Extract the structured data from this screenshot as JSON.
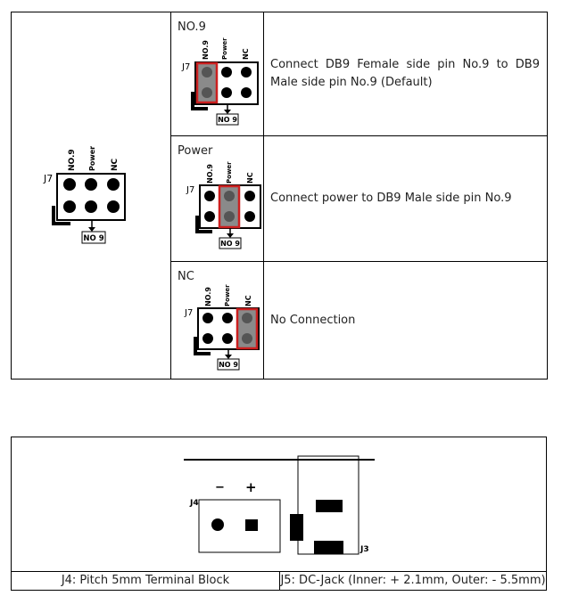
{
  "jumper": {
    "header_label": "J7",
    "pin_labels": [
      "NO.9",
      "Power",
      "NC"
    ],
    "tag_label": "NO 9",
    "options": [
      {
        "name": "NO.9",
        "description": "Connect DB9 Female side pin No.9 to DB9 Male side pin No.9 (Default)"
      },
      {
        "name": "Power",
        "description": "Connect power to DB9 Male side pin No.9"
      },
      {
        "name": "NC",
        "description": "No Connection"
      }
    ]
  },
  "connectors": {
    "j4_label": "J4",
    "j3_label": "J3",
    "minus": "−",
    "plus": "+",
    "captions": [
      "J4: Pitch 5mm Terminal Block",
      "J5: DC-Jack (Inner: + 2.1mm, Outer: - 5.5mm)"
    ]
  },
  "colors": {
    "highlight": "#cc1f1f",
    "jumper_fill": "#8a8a8a"
  }
}
